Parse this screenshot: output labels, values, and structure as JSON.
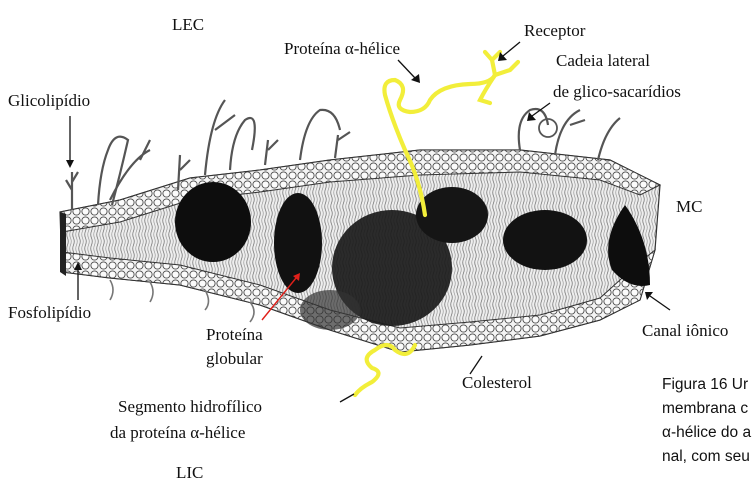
{
  "labels": {
    "lec": "LEC",
    "lic": "LIC",
    "mc": "MC",
    "receptor": "Receptor",
    "proteina_alfa_helice": "Proteína α-hélice",
    "cadeia_lateral_1": "Cadeia lateral",
    "cadeia_lateral_2": "de glico-sacarídios",
    "glicolipidio": "Glicolipídio",
    "fosfolipidio": "Fosfolipídio",
    "proteina_globular_1": "Proteína",
    "proteina_globular_2": "globular",
    "colesterol": "Colesterol",
    "canal_ionico": "Canal iônico",
    "segmento_1": "Segmento hidrofílico",
    "segmento_2": "da proteína α-hélice"
  },
  "caption": {
    "line1": "Figura 16 Ur",
    "line2": "membrana c",
    "line3": "α-hélice do a",
    "line4": "nal, com seu"
  },
  "colors": {
    "helix": "#f2ee3a",
    "globular_protein": "#0d0d0d",
    "bilayer": "#e4e4e4",
    "pointer_red": "#e0201a"
  }
}
